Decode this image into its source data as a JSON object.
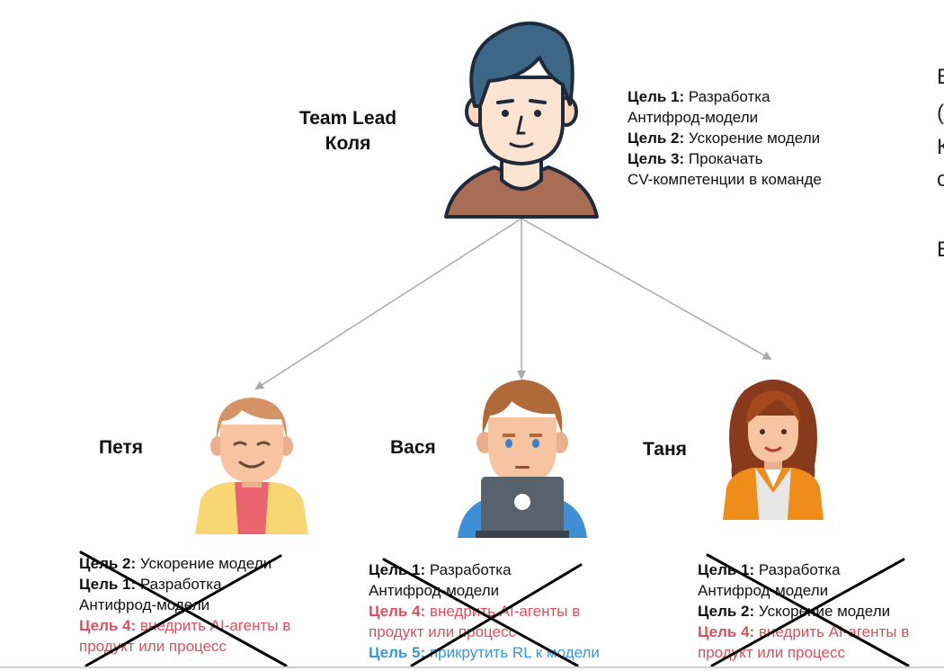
{
  "lead": {
    "title": "Team Lead",
    "name": "Коля",
    "goals": [
      {
        "label": "Цель 1:",
        "text": "Разработка"
      },
      {
        "label": "",
        "text": "Антифрод-модели"
      },
      {
        "label": "Цель 2:",
        "text": "Ускорение модели"
      },
      {
        "label": "Цель 3:",
        "text": "Прокачать"
      },
      {
        "label": "",
        "text": "CV-компетенции в команде"
      }
    ]
  },
  "members": [
    {
      "name": "Петя",
      "goals": [
        {
          "label": "Цель 2:",
          "text": "Ускорение модели",
          "color": "#111111"
        },
        {
          "label": "Цель 1:",
          "text": "Разработка",
          "color": "#111111"
        },
        {
          "label": "",
          "text": "Антифрод-модели",
          "color": "#111111"
        },
        {
          "label": "Цель 4:",
          "text": "внедрить AI-агенты в",
          "color": "#d9505f"
        },
        {
          "label": "",
          "text": "продукт или процесс",
          "color": "#d9505f"
        }
      ]
    },
    {
      "name": "Вася",
      "goals": [
        {
          "label": "Цель 1:",
          "text": "Разработка",
          "color": "#111111"
        },
        {
          "label": "",
          "text": "Антифрод-модели",
          "color": "#111111"
        },
        {
          "label": "Цель 4:",
          "text": "внедрить AI-агенты в",
          "color": "#d9505f"
        },
        {
          "label": "",
          "text": "продукт или процесс",
          "color": "#d9505f"
        },
        {
          "label": "Цель 5:",
          "text": "прикрутить RL к модели",
          "color": "#3b95d8"
        }
      ]
    },
    {
      "name": "Таня",
      "goals": [
        {
          "label": "Цель 1:",
          "text": "Разработка",
          "color": "#111111"
        },
        {
          "label": "",
          "text": "Антифрод-модели",
          "color": "#111111"
        },
        {
          "label": "Цель 2:",
          "text": "Ускорение модели",
          "color": "#111111"
        },
        {
          "label": "Цель 4:",
          "text": "внедрить AI-агенты в",
          "color": "#d9505f"
        },
        {
          "label": "",
          "text": "продукт или процесс",
          "color": "#d9505f"
        }
      ]
    }
  ],
  "colors": {
    "arrow": "#a9a9a9",
    "cross": "#000000",
    "red_goal": "#d9505f",
    "blue_goal": "#3b95d8"
  },
  "icons": {
    "lead": "man-avatar-icon",
    "petya": "man-avatar-icon",
    "vasya": "man-with-laptop-icon",
    "tanya": "woman-avatar-icon"
  }
}
